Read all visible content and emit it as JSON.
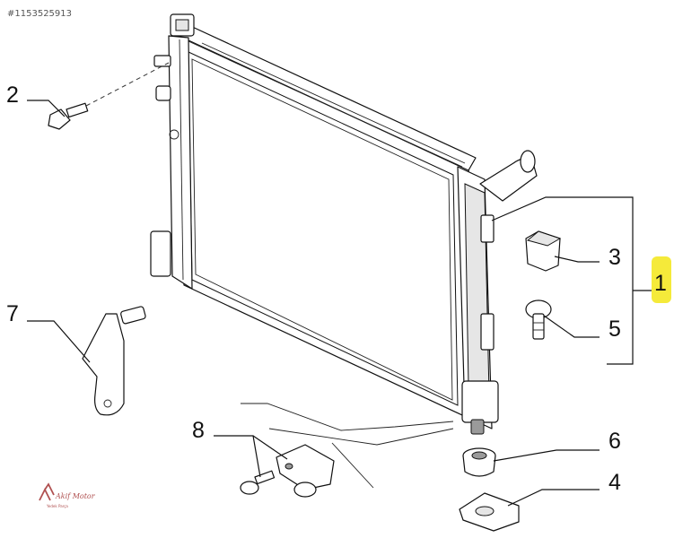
{
  "part_number": "#1153525913",
  "callouts": [
    {
      "key": "c1",
      "label": "1"
    },
    {
      "key": "c2",
      "label": "2"
    },
    {
      "key": "c3",
      "label": "3"
    },
    {
      "key": "c4",
      "label": "4"
    },
    {
      "key": "c5",
      "label": "5"
    },
    {
      "key": "c6",
      "label": "6"
    },
    {
      "key": "c7",
      "label": "7"
    },
    {
      "key": "c8",
      "label": "8"
    }
  ],
  "logo": {
    "name": "Akif Motor",
    "subtitle": "Yedek Parça"
  },
  "colors": {
    "highlight": "#f5ea3a",
    "line": "#111111",
    "logo": "#b05050"
  }
}
